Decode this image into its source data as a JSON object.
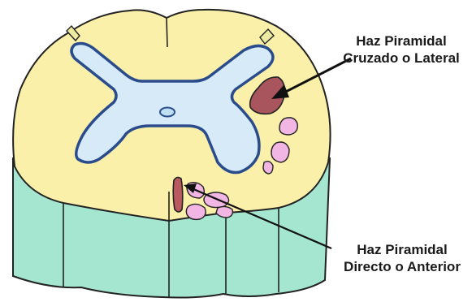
{
  "labels": {
    "lateral": {
      "line1": "Haz Piramidal",
      "line2": "Cruzado o Lateral"
    },
    "anterior": {
      "line1": "Haz Piramidal",
      "line2": "Directo o Anterior"
    }
  },
  "colors": {
    "white_matter": "#fbf0a9",
    "gray_matter": "#d6ebf7",
    "gray_outline": "#2a4c8c",
    "cord_side": "#a4e6cf",
    "lateral_tract": "#a9555e",
    "anterior_tract": "#b85a60",
    "other_tracts": "#f2b6e4",
    "outline": "#222222"
  }
}
